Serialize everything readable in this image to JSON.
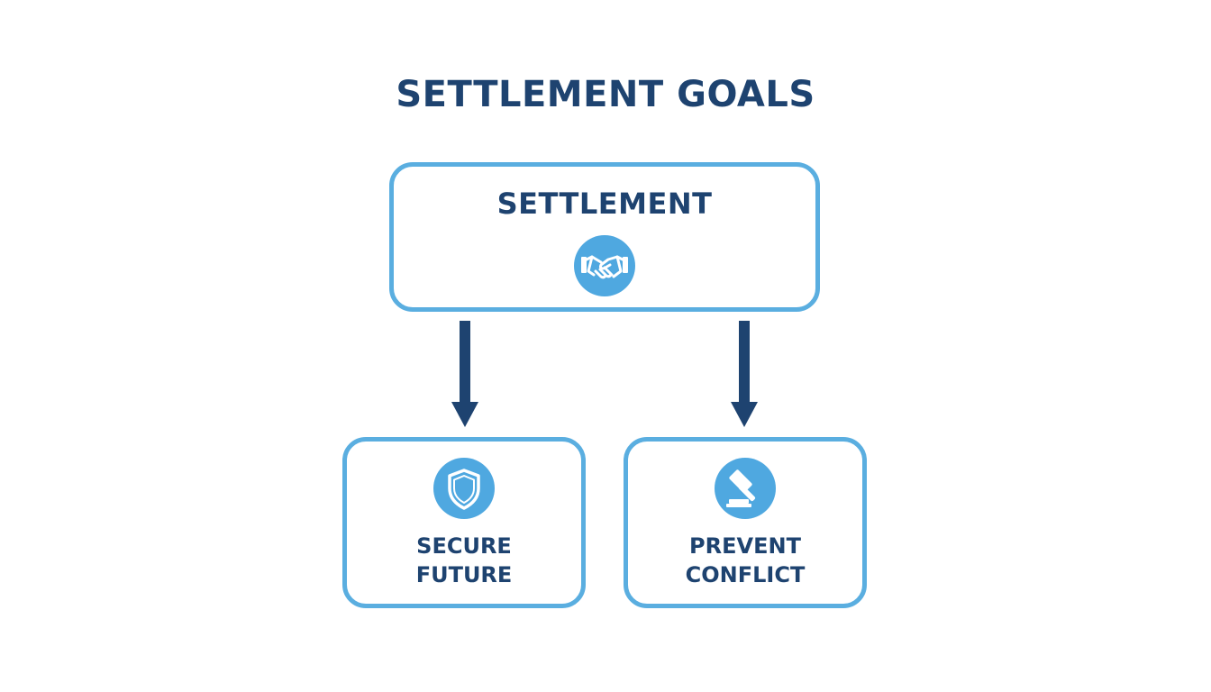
{
  "diagram": {
    "title": "SETTLEMENT GOALS",
    "root": {
      "label": "SETTLEMENT",
      "icon": "handshake-icon"
    },
    "children": [
      {
        "label": "SECURE\nFUTURE",
        "icon": "shield-icon"
      },
      {
        "label": "PREVENT\nCONFLICT",
        "icon": "gavel-icon"
      }
    ],
    "colors": {
      "title": "#1e4370",
      "border": "#5aaee0",
      "icon_fill": "#4fa8e0",
      "arrow": "#1e4370"
    }
  }
}
